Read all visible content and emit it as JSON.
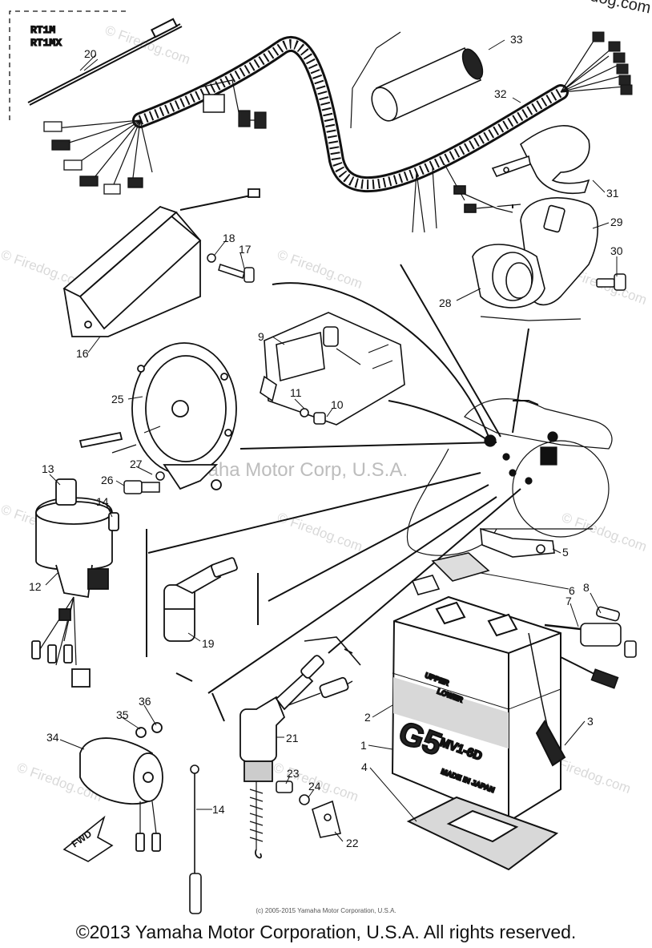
{
  "header": {
    "corner_copyright": "© Firedog.com"
  },
  "model_labels": [
    "RT1M",
    "RT1MX"
  ],
  "watermarks": {
    "site": "© Firedog.com",
    "center": "Yamaha Motor Corp, U.S.A."
  },
  "parts": [
    {
      "id": "part-20",
      "number": "20"
    },
    {
      "id": "part-33",
      "number": "33"
    },
    {
      "id": "part-32",
      "number": "32"
    },
    {
      "id": "part-31",
      "number": "31"
    },
    {
      "id": "part-29",
      "number": "29"
    },
    {
      "id": "part-30",
      "number": "30"
    },
    {
      "id": "part-28",
      "number": "28"
    },
    {
      "id": "part-18",
      "number": "18"
    },
    {
      "id": "part-17",
      "number": "17"
    },
    {
      "id": "part-16",
      "number": "16"
    },
    {
      "id": "part-9",
      "number": "9"
    },
    {
      "id": "part-11",
      "number": "11"
    },
    {
      "id": "part-10",
      "number": "10"
    },
    {
      "id": "part-25",
      "number": "25"
    },
    {
      "id": "part-13",
      "number": "13"
    },
    {
      "id": "part-27",
      "number": "27"
    },
    {
      "id": "part-26",
      "number": "26"
    },
    {
      "id": "part-14a",
      "number": "14"
    },
    {
      "id": "part-12",
      "number": "12"
    },
    {
      "id": "part-19",
      "number": "19"
    },
    {
      "id": "part-5",
      "number": "5"
    },
    {
      "id": "part-6",
      "number": "6"
    },
    {
      "id": "part-8",
      "number": "8"
    },
    {
      "id": "part-7",
      "number": "7"
    },
    {
      "id": "part-2",
      "number": "2"
    },
    {
      "id": "part-1",
      "number": "1"
    },
    {
      "id": "part-3",
      "number": "3"
    },
    {
      "id": "part-4",
      "number": "4"
    },
    {
      "id": "part-21",
      "number": "21"
    },
    {
      "id": "part-23",
      "number": "23"
    },
    {
      "id": "part-24",
      "number": "24"
    },
    {
      "id": "part-22",
      "number": "22"
    },
    {
      "id": "part-36",
      "number": "36"
    },
    {
      "id": "part-35",
      "number": "35"
    },
    {
      "id": "part-34",
      "number": "34"
    },
    {
      "id": "part-14b",
      "number": "14"
    }
  ],
  "battery": {
    "model": "G5",
    "type": "MV1-6D",
    "upper_mark": "UPPER",
    "lower_mark": "LOWER",
    "origin": "MADE IN JAPAN"
  },
  "arrow_label": "FWD",
  "footer": {
    "small_copyright": "(c) 2005-2015 Yamaha Motor Corporation, U.S.A.",
    "copyright": "©2013 Yamaha Motor Corporation, U.S.A. All rights reserved."
  }
}
